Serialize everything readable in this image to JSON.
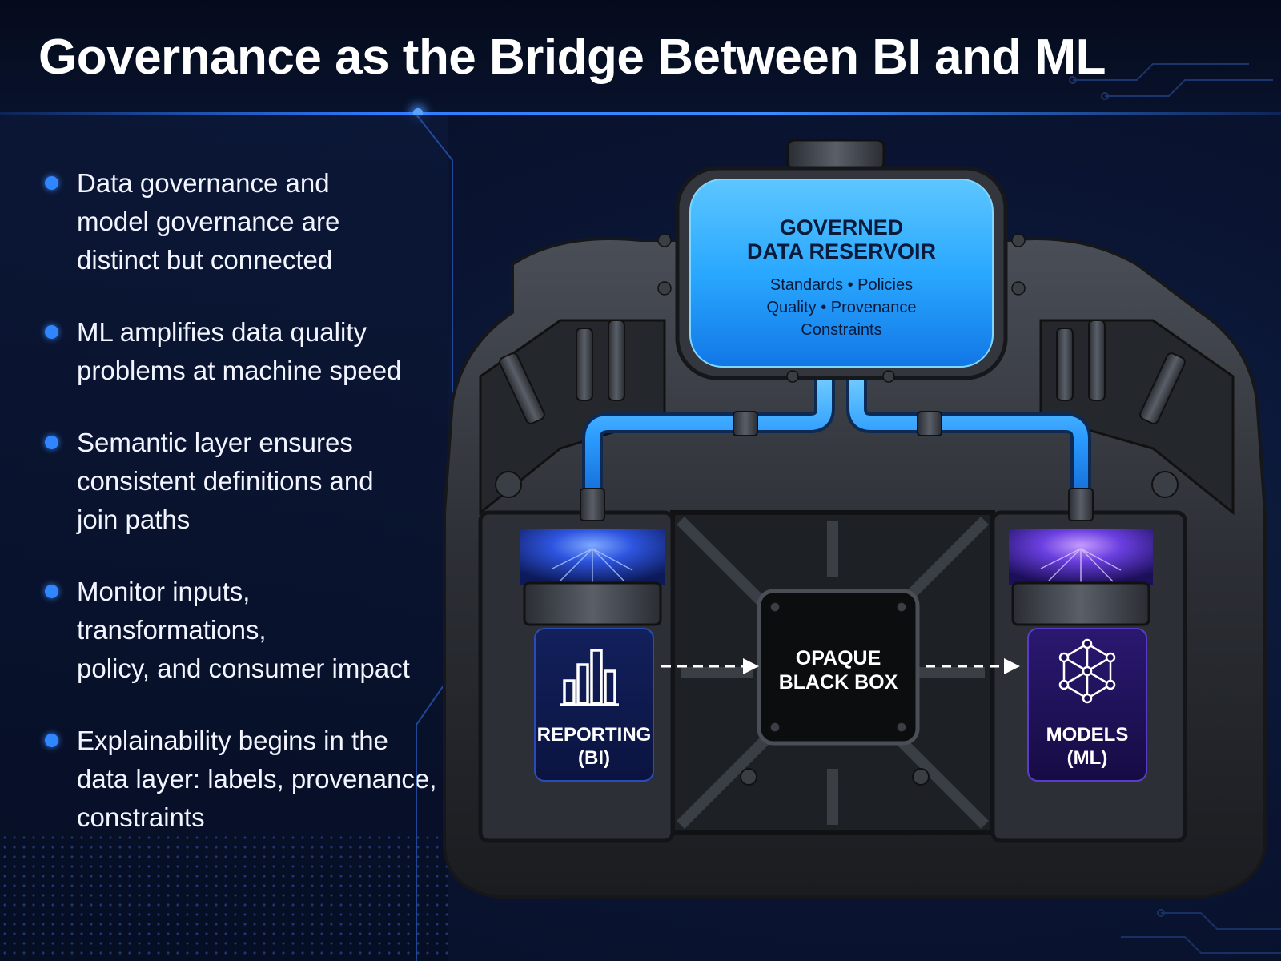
{
  "title": "Governance as the Bridge Between BI and ML",
  "bullets": [
    {
      "line1": "Data governance and",
      "line2": "model governance are",
      "line3": "distinct but connected"
    },
    {
      "line1": "ML amplifies data quality",
      "line2": "problems at machine speed"
    },
    {
      "line1": "Semantic layer ensures",
      "line2": "consistent definitions and",
      "line3": "join paths"
    },
    {
      "line1": "Monitor inputs, transformations,",
      "line2": "policy, and consumer impact"
    },
    {
      "line1": "Explainability begins in the",
      "line2": "data layer: labels, provenance,",
      "line3": "constraints"
    }
  ],
  "reservoir": {
    "title_line1": "GOVERNED",
    "title_line2": "DATA RESERVOIR",
    "sub_line1": "Standards • Policies",
    "sub_line2": "Quality • Provenance",
    "sub_line3": "Constraints"
  },
  "left_cylinder": {
    "line1": "REPORTING",
    "line2": "(BI)",
    "icon": "bar-chart-icon"
  },
  "center_box": {
    "line1": "OPAQUE",
    "line2": "BLACK BOX"
  },
  "right_cylinder": {
    "line1": "MODELS",
    "line2": "(ML)",
    "icon": "neural-network-icon"
  },
  "colors": {
    "accent": "#2f86ff",
    "liquid": "#2aa8ff",
    "engine": "#2a2d33",
    "bi_glow": "#3d6bff",
    "ml_glow": "#8a5cff"
  }
}
